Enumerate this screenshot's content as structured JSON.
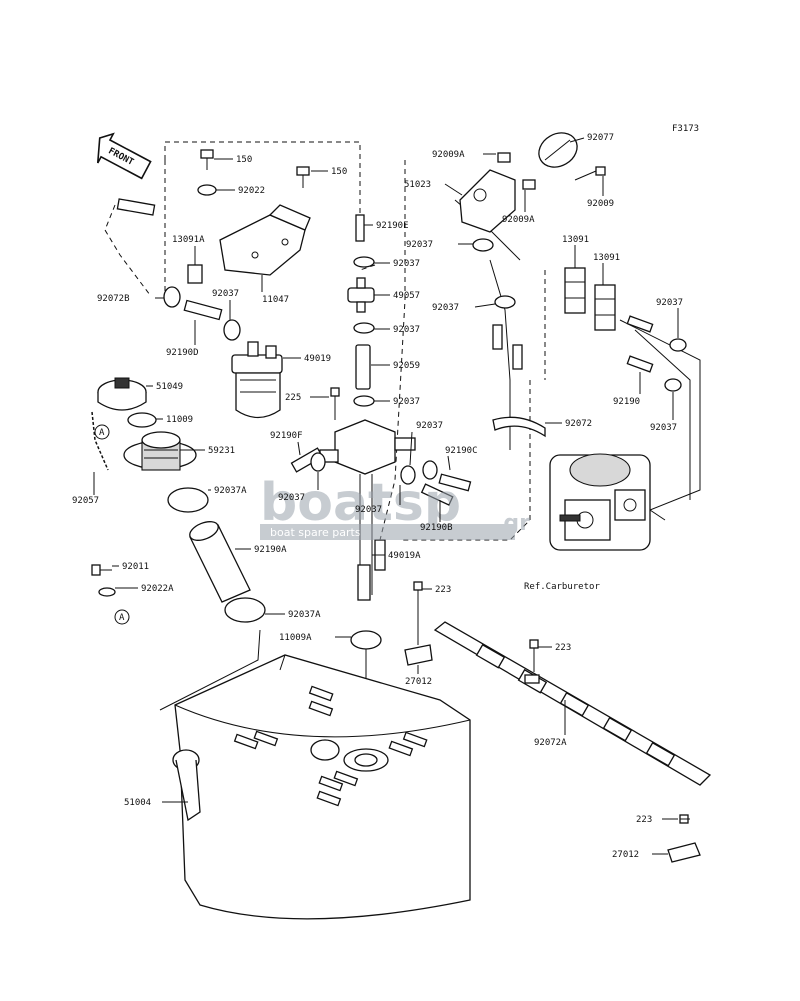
{
  "diagram": {
    "figure_code": "F3173",
    "front_label": "FRONT",
    "reference_label": "Ref.Carburetor",
    "circle_marker": "A",
    "watermark": {
      "brand": "boatsp",
      "tld": ".gr",
      "tagline": "boat spare parts"
    },
    "part_labels": [
      "150",
      "150",
      "92022",
      "92190E",
      "92037",
      "49057",
      "92037",
      "92059",
      "92037",
      "11047",
      "13091A",
      "92072B",
      "92037",
      "92190D",
      "49019",
      "51049",
      "11009",
      "59231",
      "92057",
      "92037A",
      "92190A",
      "92011",
      "92022A",
      "92037A",
      "11009A",
      "51004",
      "225",
      "92190F",
      "92037",
      "92037",
      "92190C",
      "92037",
      "92190B",
      "49019A",
      "223",
      "27012",
      "92009A",
      "51023",
      "92009A",
      "92077",
      "92009",
      "92037",
      "92037",
      "13091",
      "13091",
      "92037",
      "92190",
      "92037",
      "92072",
      "223",
      "92072A",
      "223",
      "27012"
    ]
  }
}
